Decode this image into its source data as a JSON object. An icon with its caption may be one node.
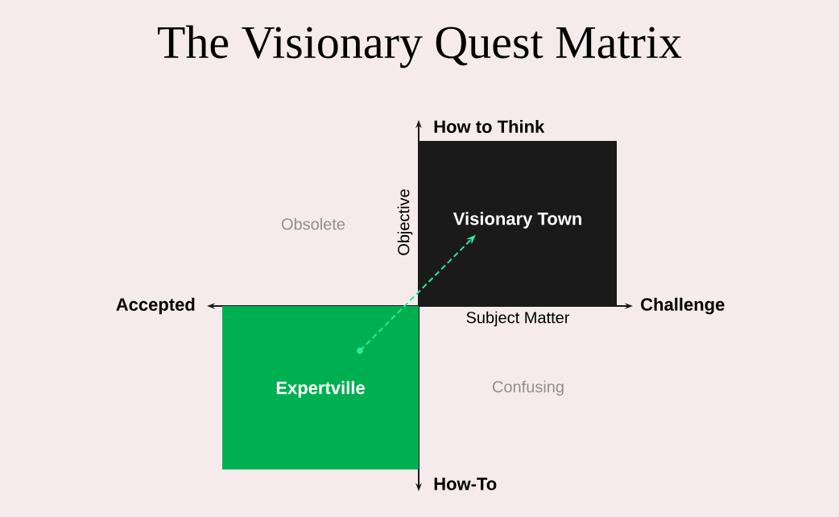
{
  "diagram": {
    "title": "The Visionary Quest Matrix",
    "nodes": [
      {
        "text": [
          "Visionary Town"
        ]
      },
      {
        "text": [
          "Expertville"
        ]
      },
      {
        "text": [],
        "shape": "circle",
        "in": 1
      }
    ],
    "edges": [
      {
        "from": 2,
        "to": 0,
        "arrow": "to",
        "style": "dashed",
        "color": "#2ee89c"
      }
    ],
    "labels": [
      "How to Think",
      "Objective",
      "Obsolete",
      "Accepted",
      "Challenge",
      "Subject Matter",
      "Confusing",
      "How-To"
    ]
  }
}
